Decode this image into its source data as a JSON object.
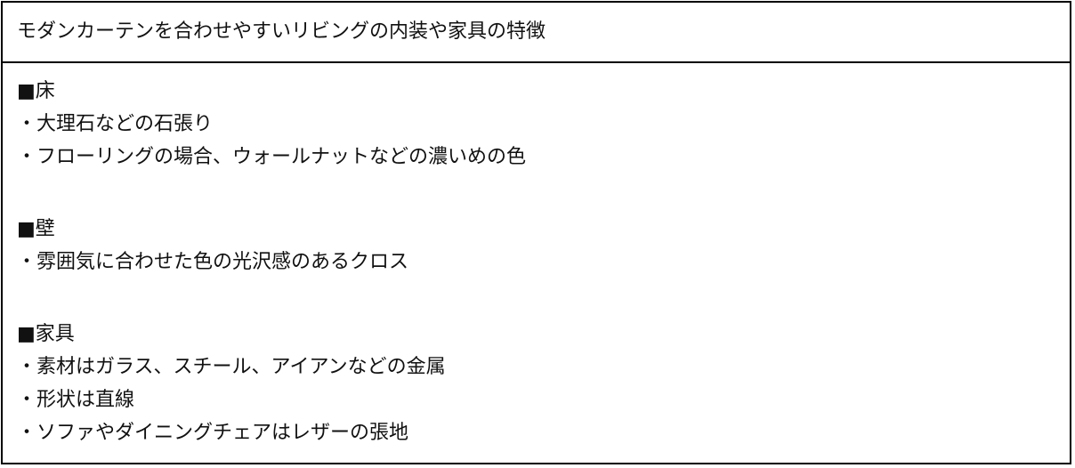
{
  "title": "モダンカーテンを合わせやすいリビングの内装や家具の特徴",
  "sections": [
    {
      "heading": "■床",
      "items": [
        "・大理石などの石張り",
        "・フローリングの場合、ウォールナットなどの濃いめの色"
      ]
    },
    {
      "heading": "■壁",
      "items": [
        "・雰囲気に合わせた色の光沢感のあるクロス"
      ]
    },
    {
      "heading": "■家具",
      "items": [
        "・素材はガラス、スチール、アイアンなどの金属",
        "・形状は直線",
        "・ソファやダイニングチェアはレザーの張地"
      ]
    }
  ]
}
